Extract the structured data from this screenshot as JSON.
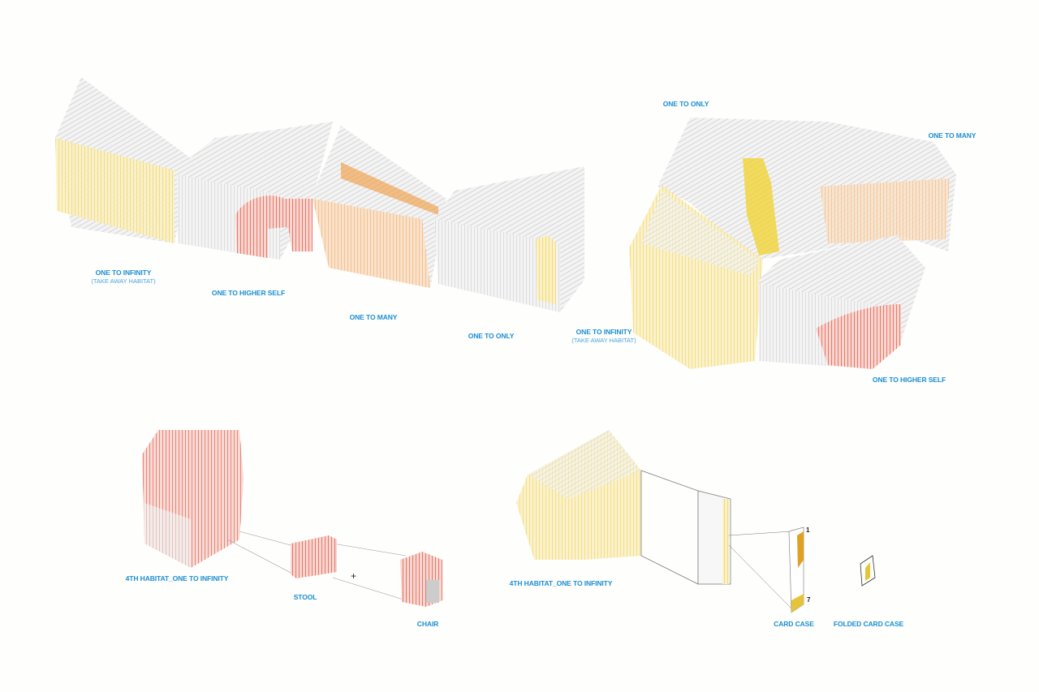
{
  "top_left_group": {
    "infinity": "ONE TO INFINITY",
    "infinity_sub": "(TAKE AWAY HABITAT)",
    "higher_self": "ONE TO HIGHER SELF",
    "many": "ONE TO MANY",
    "only": "ONE TO ONLY"
  },
  "top_right_group": {
    "only": "ONE TO ONLY",
    "many": "ONE TO MANY",
    "infinity": "ONE TO INFINITY",
    "infinity_sub": "(TAKE AWAY HABITAT)",
    "higher_self": "ONE TO HIGHER SELF"
  },
  "bottom_left": {
    "habitat": "4TH HABITAT_ONE TO INFINITY",
    "stool": "STOOL",
    "plus": "+",
    "chair": "CHAIR"
  },
  "bottom_right": {
    "habitat": "4TH HABITAT_ONE TO INFINITY",
    "card_case": "CARD CASE",
    "folded_card_case": "FOLDED CARD CASE",
    "mark_1": "1",
    "mark_7": "7"
  },
  "colors": {
    "label": "#1b8fd0",
    "red": "#e0392a",
    "orange": "#f29a3a",
    "yellow": "#f2d12a",
    "grey": "#d8d8d8"
  }
}
